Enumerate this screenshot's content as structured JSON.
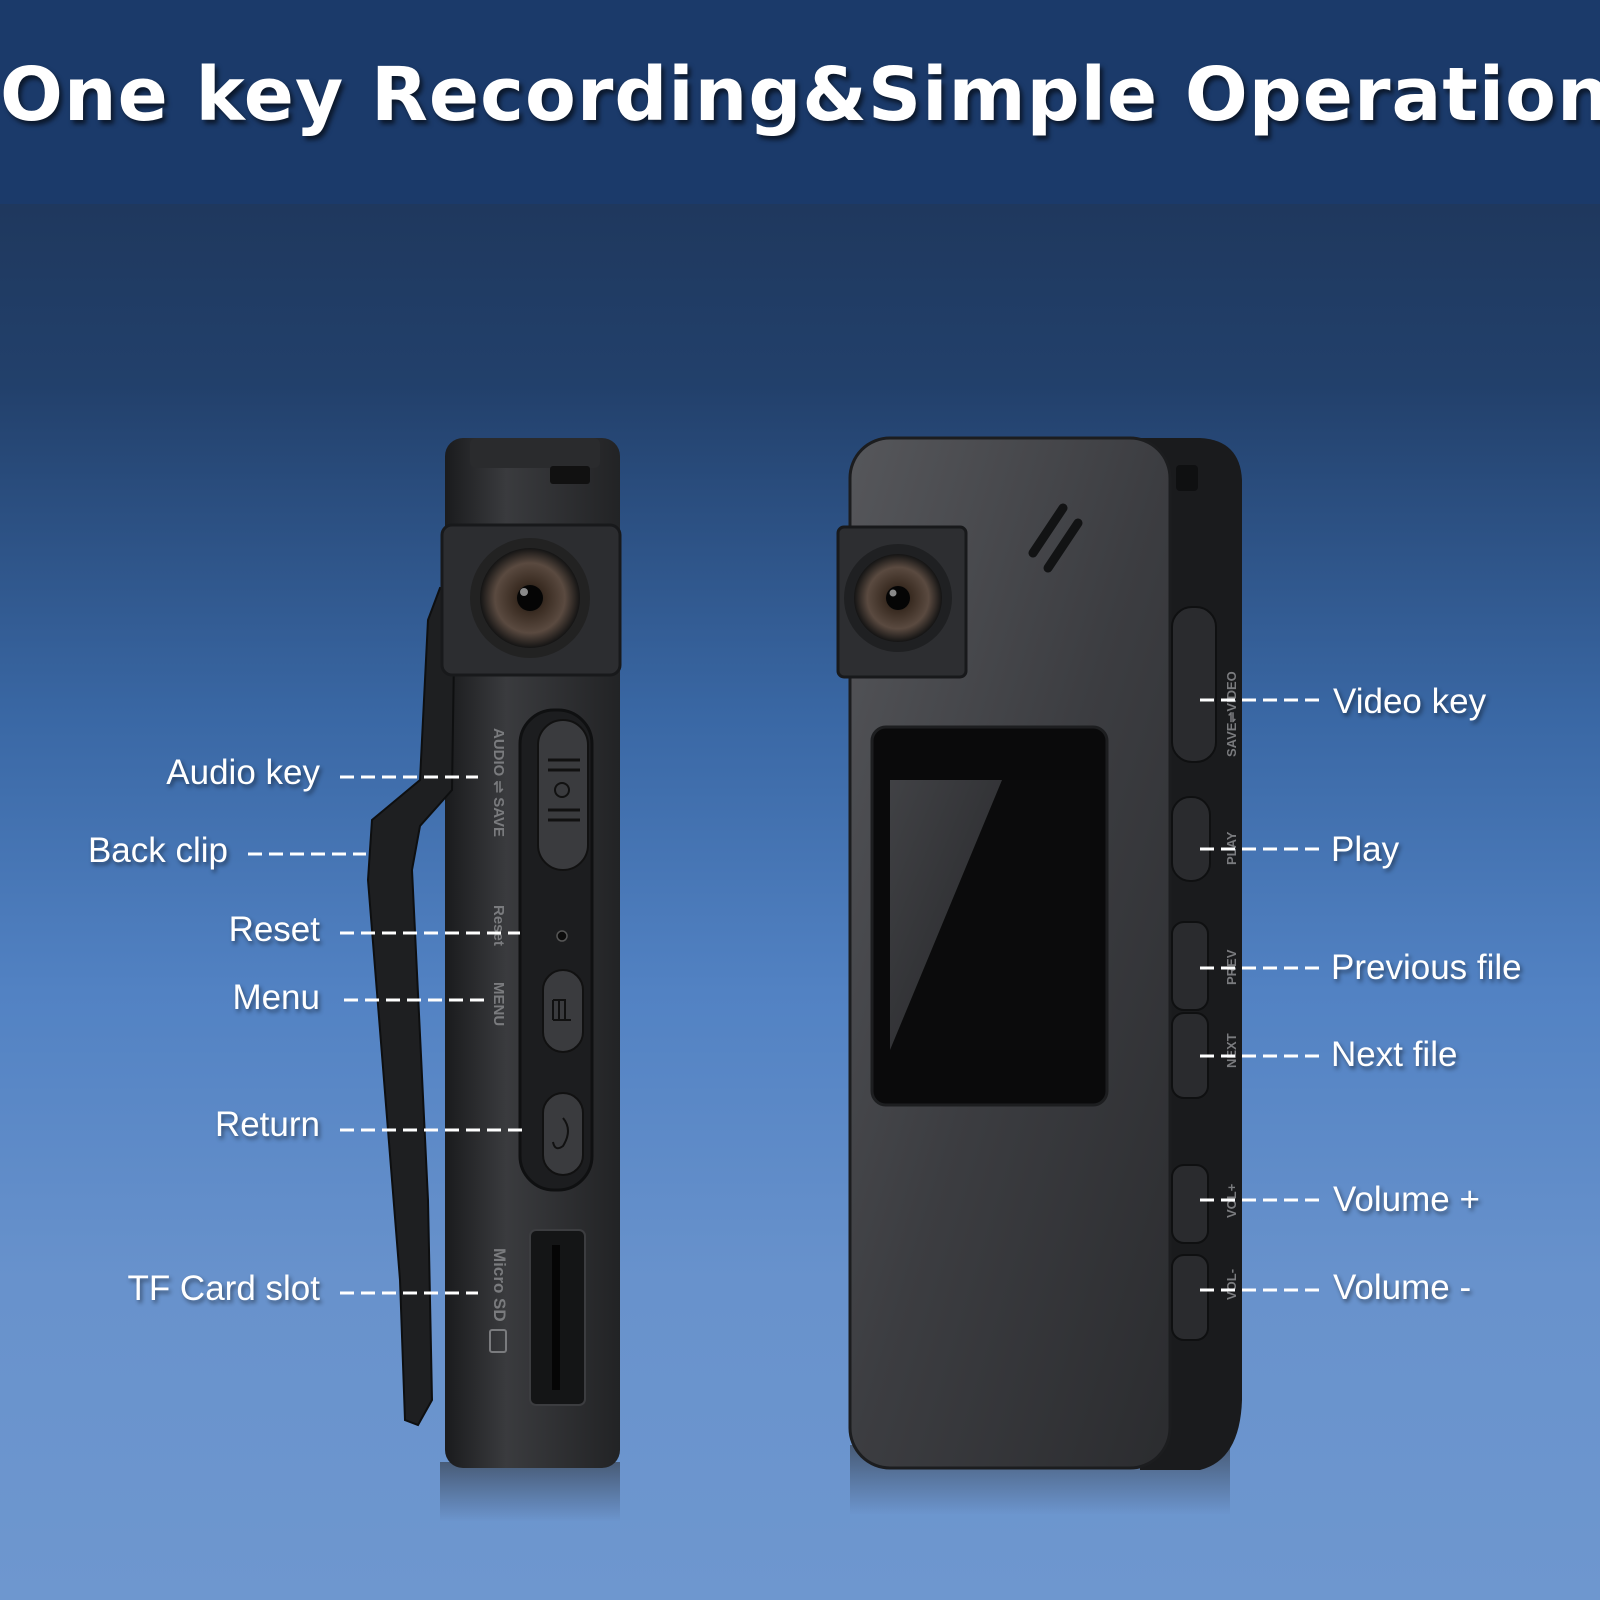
{
  "banner": {
    "title": "One key Recording&Simple Operation"
  },
  "side_device": {
    "engraving": {
      "audio_save": "AUDIO ⇌ SAVE",
      "reset": "Reset",
      "menu": "MENU",
      "micro_sd": "Micro SD"
    }
  },
  "front_device": {
    "engraving": {
      "save_video": "SAVE⇌VIDEO",
      "play": "PLAY",
      "prev": "PREV",
      "next": "NEXT",
      "vol_plus": "VOL+",
      "vol_minus": "VOL-"
    }
  },
  "callouts": {
    "left": [
      "Audio key",
      "Back clip",
      "Reset",
      "Menu",
      "Return",
      "TF Card slot"
    ],
    "right": [
      "Video key",
      "Play",
      "Previous file",
      "Next file",
      "Volume +",
      "Volume -"
    ]
  },
  "colors": {
    "banner": "#1b3a6a",
    "device_body": "#2f3033",
    "label_text": "#ffffff"
  }
}
